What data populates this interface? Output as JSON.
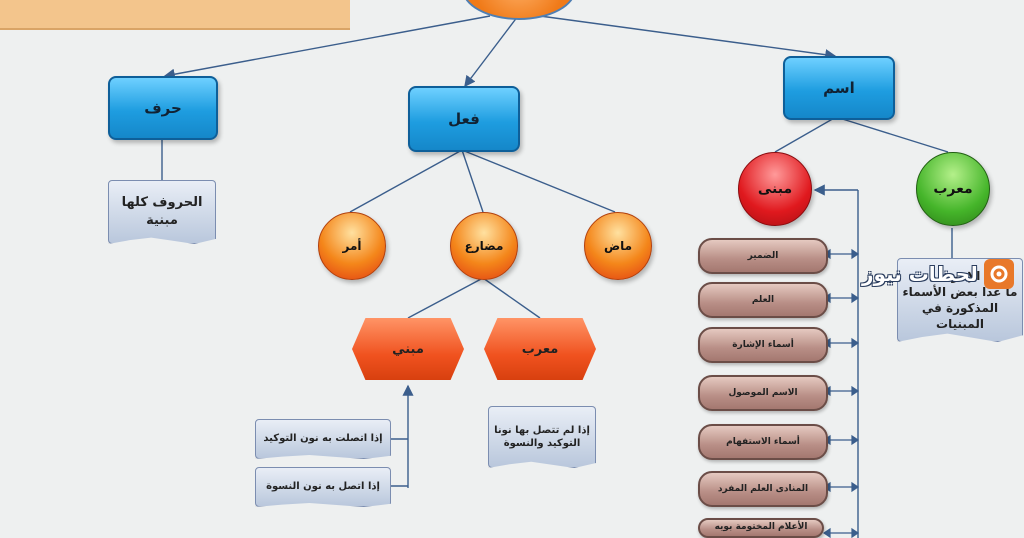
{
  "nodes": {
    "ism": "اسم",
    "fiil": "فعل",
    "harf": "حرف",
    "harf_note": "الحروف كلها مبنية",
    "mabni": "مبنى",
    "muarab": "معرب",
    "muarab_note_line1": "الإعرب",
    "muarab_note_line2": "ما عدا بعض الأسماء",
    "muarab_note_line3": "المذكورة في المبنيات",
    "madi": "ماض",
    "mudari": "مضارع",
    "amr": "أمر",
    "mudari_mabni": "مبني",
    "mudari_muarab": "معرب",
    "mabni_cond1": "إذا اتصلت به نون التوكيد",
    "mabni_cond2": "إذا اتصل به نون النسوة",
    "muarab_cond": "إذا لم تتصل بها نونا التوكيد والنسوة"
  },
  "mabni_list": [
    "الضمير",
    "العلم",
    "أسماء الإشارة",
    "الاسم الموصول",
    "أسماء الاستفهام",
    "المنادى العلم المفرد",
    "الأعلام المختومة بويه"
  ],
  "watermark": {
    "text": "لحظات نيوز",
    "icon": "camera-shutter-icon",
    "accent": "#e8782a"
  }
}
